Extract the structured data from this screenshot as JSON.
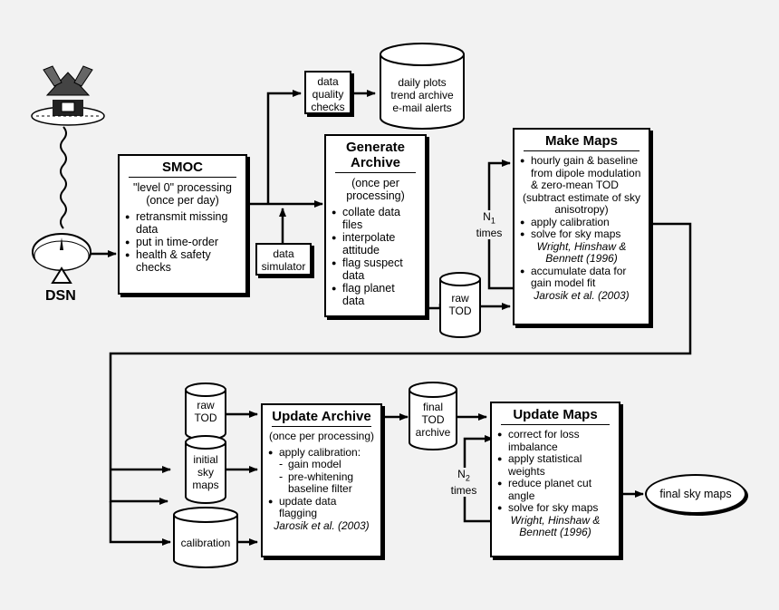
{
  "ground_station": {
    "label": "DSN"
  },
  "smoc": {
    "title": "SMOC",
    "subtitle": "\"level 0\" processing (once per day)",
    "items": [
      "retransmit missing data",
      "put in time-order",
      "health & safety checks"
    ]
  },
  "data_simulator": {
    "label": "data simulator"
  },
  "data_quality": {
    "label": "data quality checks"
  },
  "daily_plots": {
    "line1": "daily plots",
    "line2": "trend archive",
    "line3": "e-mail alerts"
  },
  "generate_archive": {
    "title": "Generate Archive",
    "subtitle": "(once per processing)",
    "items": [
      "collate data files",
      "interpolate attitude",
      "flag suspect data",
      "flag planet data"
    ]
  },
  "raw_tod_1": {
    "line1": "raw",
    "line2": "TOD"
  },
  "make_maps": {
    "title": "Make Maps",
    "items": [
      "hourly gain & baseline from dipole modulation & zero-mean TOD",
      "apply calibration",
      "solve for sky maps",
      "accumulate data for gain model fit"
    ],
    "note1": "(subtract estimate of sky anisotropy)",
    "ref1": "Wright, Hinshaw & Bennett (1996)",
    "ref2": "Jarosik et al. (2003)",
    "loop_label": "N",
    "loop_sub": "1",
    "loop_times": "times"
  },
  "raw_tod_2": {
    "line1": "raw",
    "line2": "TOD"
  },
  "initial_sky_maps": {
    "line1": "initial",
    "line2": "sky",
    "line3": "maps"
  },
  "calibration": {
    "label": "calibration"
  },
  "update_archive": {
    "title": "Update Archive",
    "subtitle": "(once per processing)",
    "item1": "apply calibration:",
    "sub1": "gain model",
    "sub2": "pre-whitening baseline filter",
    "item2": "update data flagging",
    "ref": "Jarosik et al. (2003)"
  },
  "final_tod": {
    "line1": "final",
    "line2": "TOD",
    "line3": "archive"
  },
  "update_maps": {
    "title": "Update Maps",
    "items": [
      "correct for loss imbalance",
      "apply statistical weights",
      "reduce planet cut angle",
      "solve for sky maps"
    ],
    "ref": "Wright, Hinshaw & Bennett (1996)",
    "loop_label": "N",
    "loop_sub": "2",
    "loop_times": "times"
  },
  "final_sky_maps": {
    "label": "final sky maps"
  }
}
